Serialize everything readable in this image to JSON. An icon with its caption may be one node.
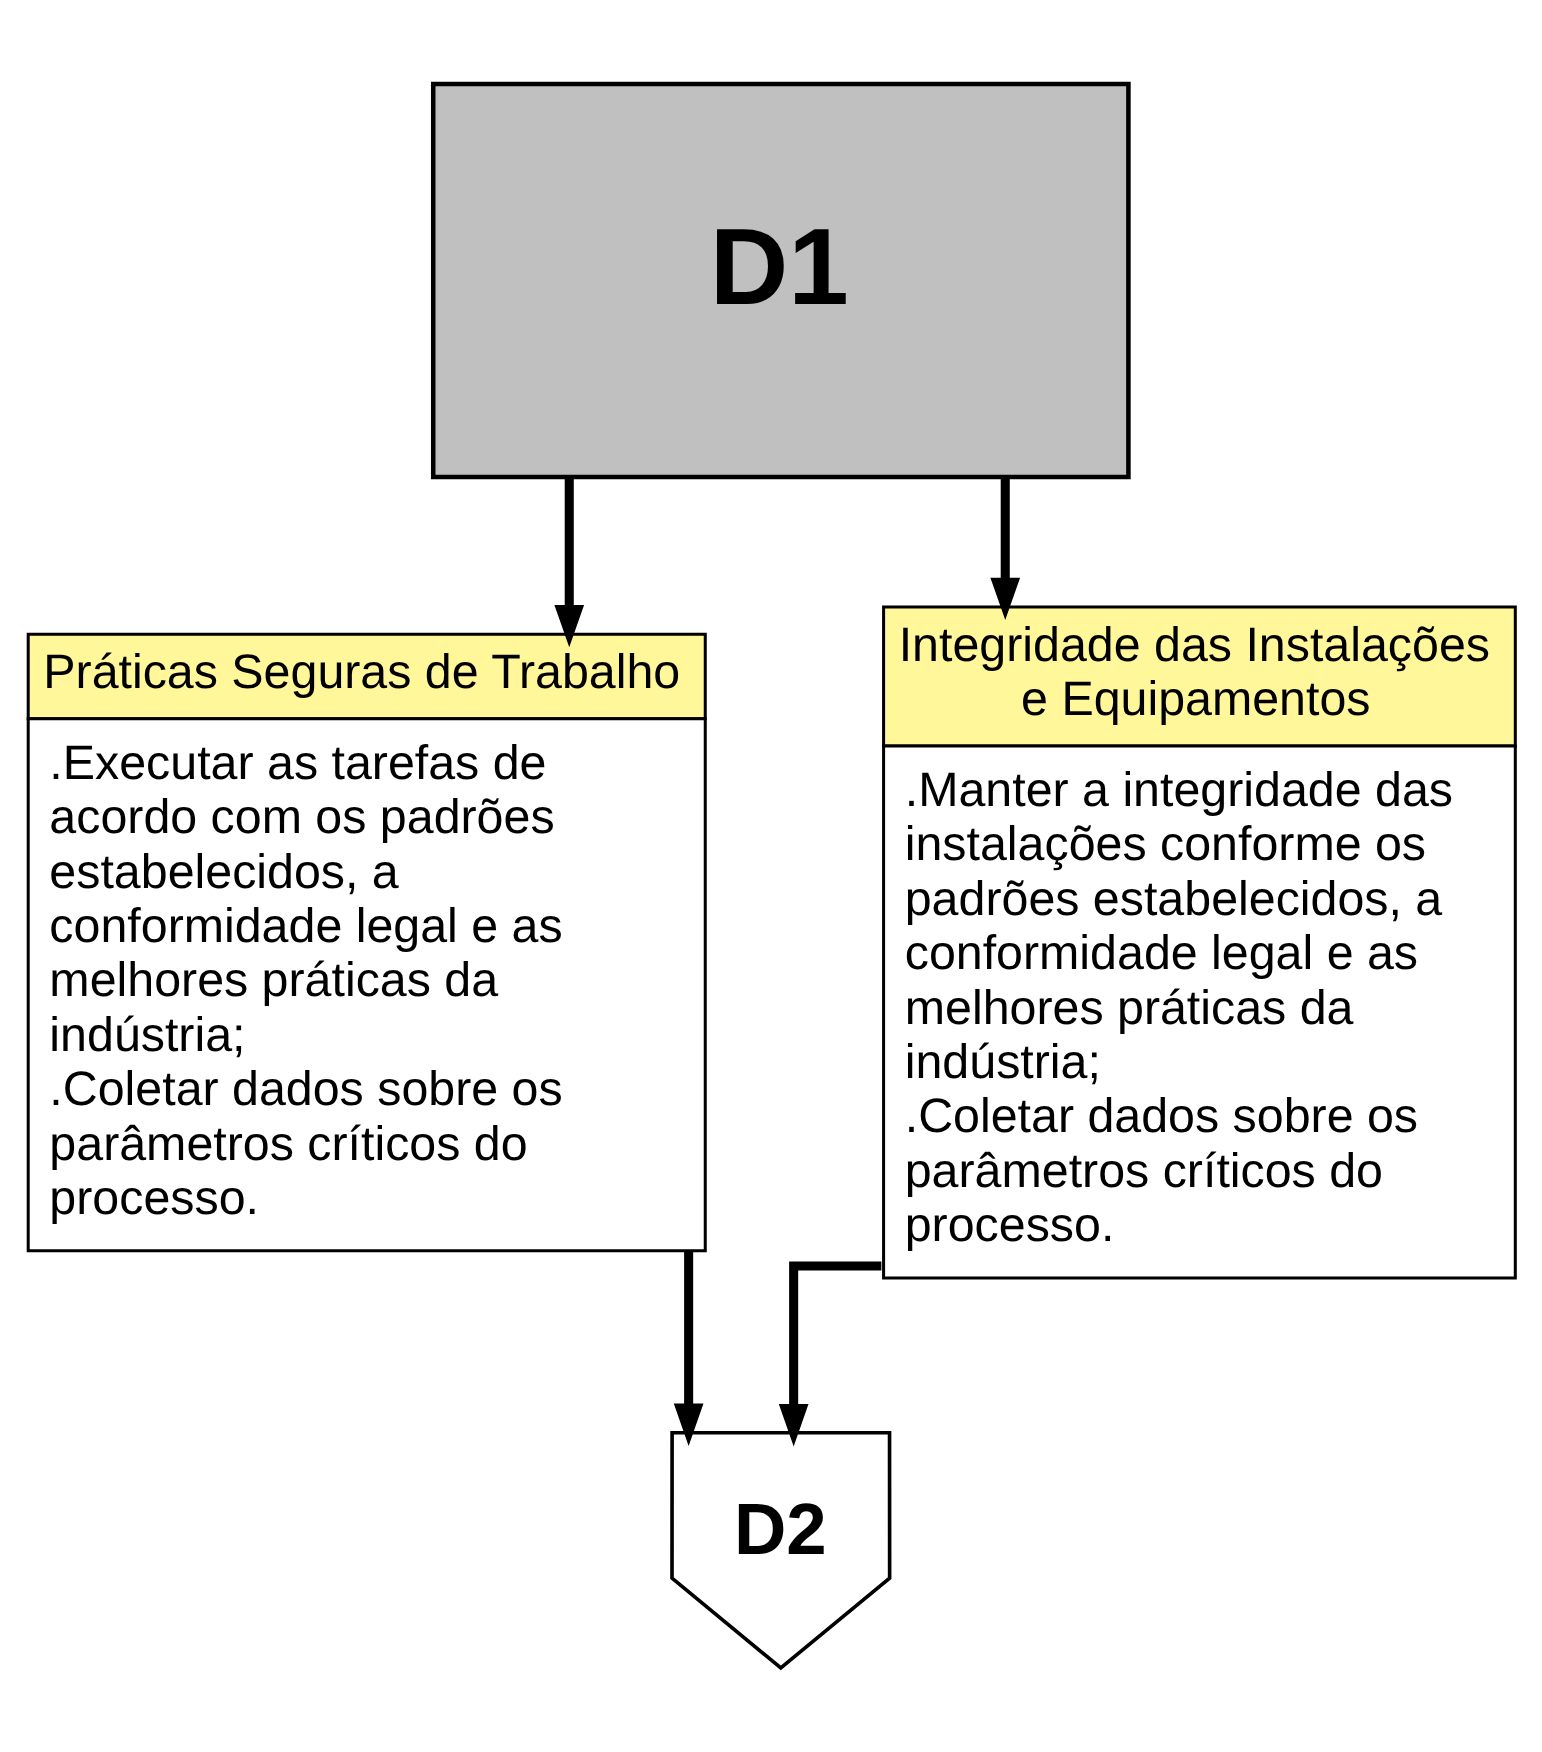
{
  "diagram": {
    "nodes": [
      {
        "text": [
          "D1"
        ]
      },
      {
        "text": [
          "Práticas Seguras de Trabalho",
          ".Executar as tarefas de acordo com os padrões estabelecidos, a conformidade legal e as melhores práticas da indústria;",
          ".Coletar dados sobre os parâmetros críticos do processo."
        ]
      },
      {
        "text": [
          "Integridade das Instalações e Equipamentos",
          ".Manter a integridade das instalações conforme os padrões estabelecidos, a conformidade legal e as melhores práticas da indústria;",
          ".Coletar dados sobre os parâmetros críticos do processo."
        ]
      },
      {
        "text": [
          "D2"
        ]
      }
    ],
    "edges": [
      {
        "from": 0,
        "to": 1,
        "arrow": "to"
      },
      {
        "from": 0,
        "to": 2,
        "arrow": "to"
      },
      {
        "from": 1,
        "to": 3,
        "arrow": "to"
      },
      {
        "from": 2,
        "to": 3,
        "arrow": "to"
      }
    ]
  }
}
